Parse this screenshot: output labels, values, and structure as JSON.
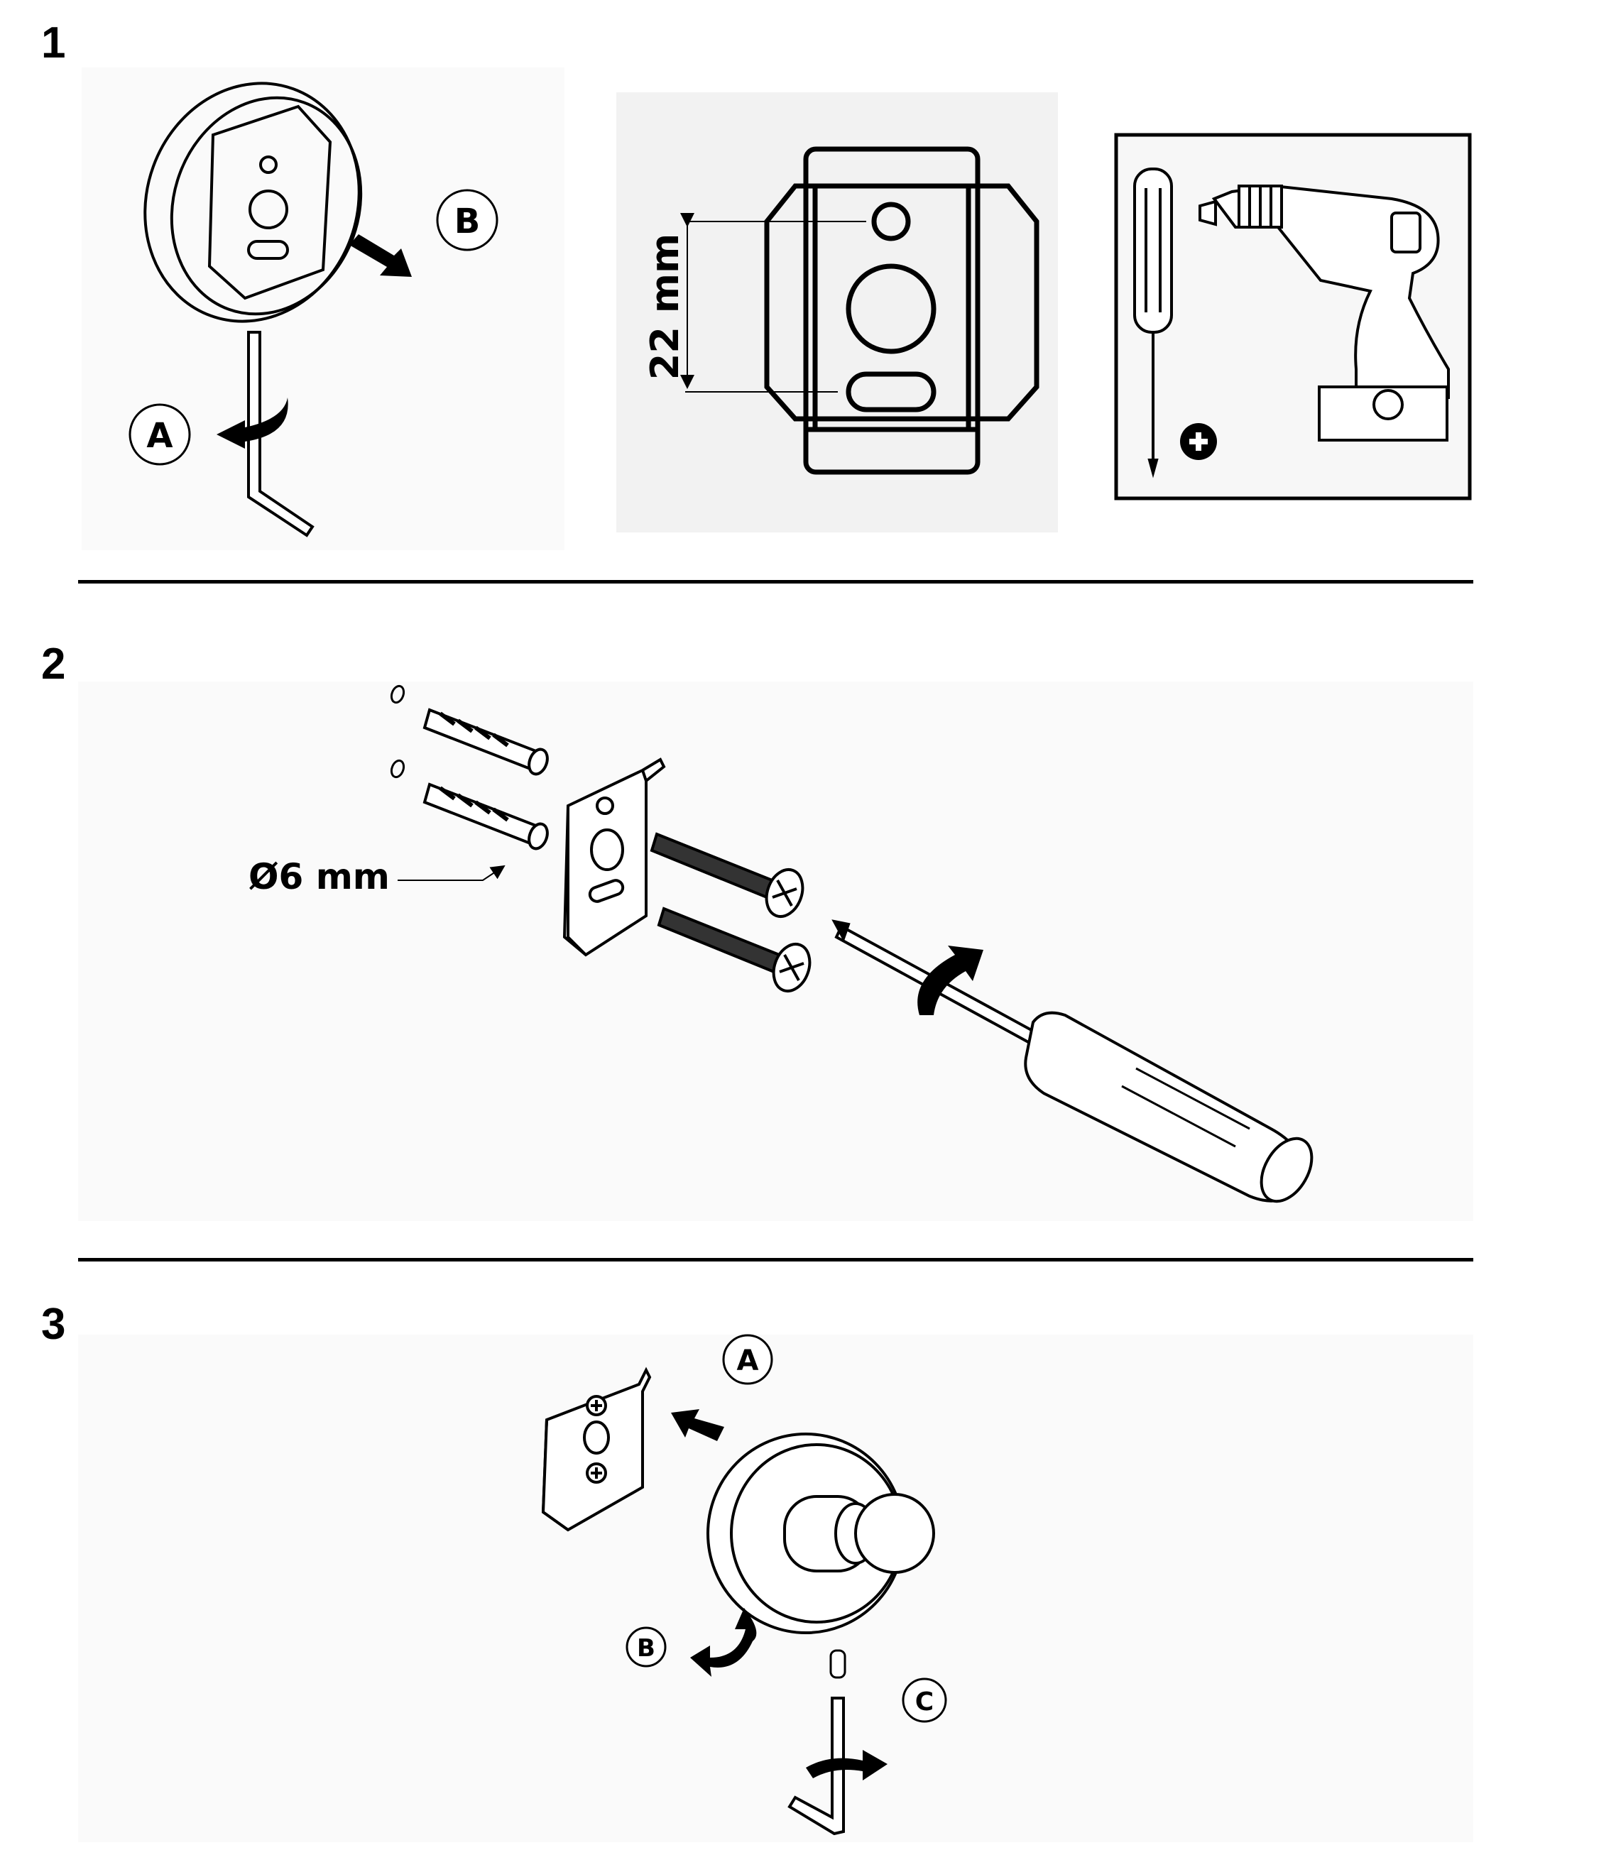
{
  "steps": [
    {
      "number": "1",
      "callouts": {
        "a": "A",
        "b": "B"
      },
      "dimension": "22 mm"
    },
    {
      "number": "2",
      "dimension": "Ø6 mm"
    },
    {
      "number": "3",
      "callouts": {
        "a": "A",
        "b": "B",
        "c": "C"
      }
    }
  ],
  "tools": {
    "drill_bit_symbol": "plus-circle-icon"
  },
  "colors": {
    "line": "#000000",
    "panel_bg": "#fafafa",
    "box_bg": "#f2f2f2"
  }
}
